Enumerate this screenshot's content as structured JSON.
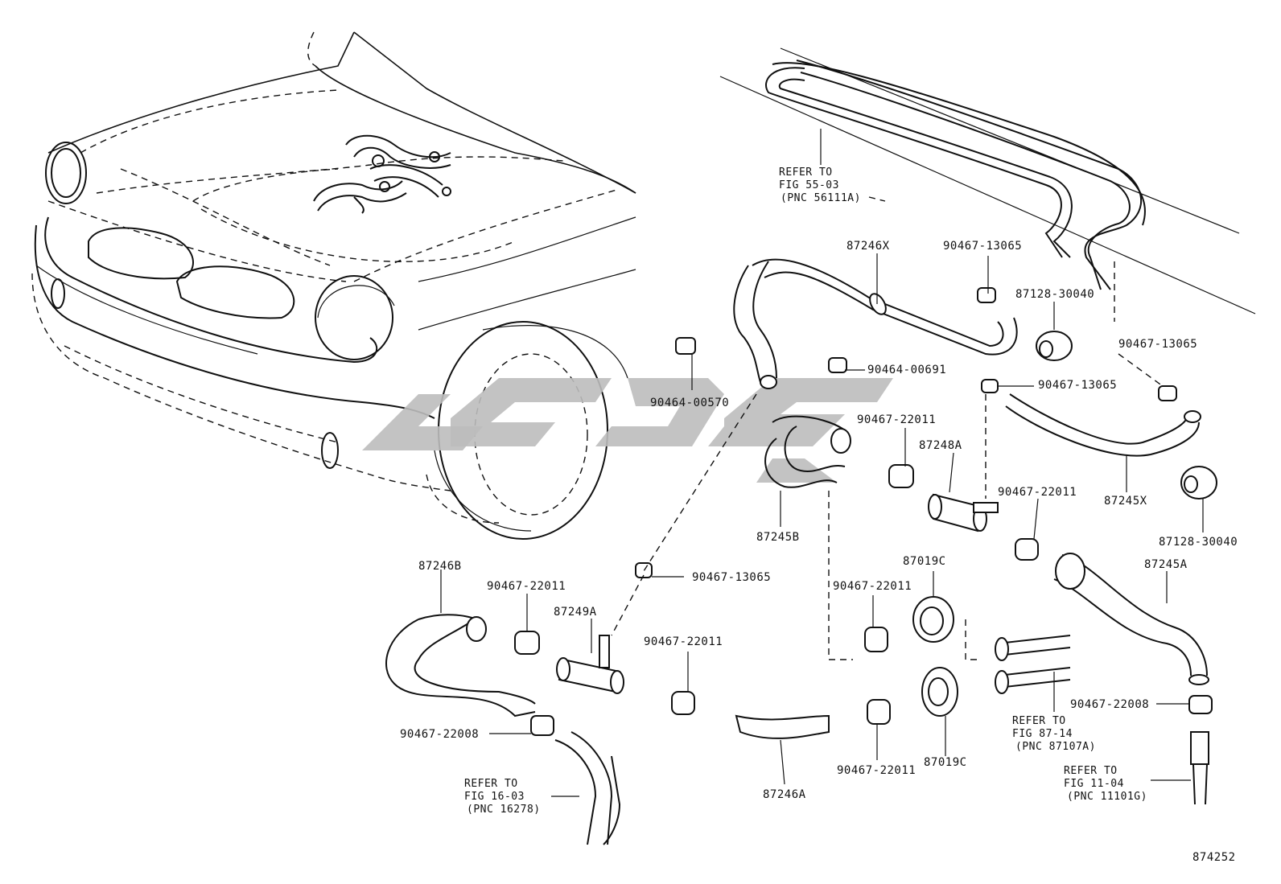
{
  "labels": {
    "p87246X": "87246X",
    "p90467_13065_a": "90467-13065",
    "p87128_30040_a": "87128-30040",
    "p90467_13065_b": "90467-13065",
    "p90464_00691": "90464-00691",
    "p90467_13065_c": "90467-13065",
    "p90464_00570": "90464-00570",
    "p90467_22011_a": "90467-22011",
    "p87248A": "87248A",
    "p90467_22011_b": "90467-22011",
    "p87245X": "87245X",
    "p87128_30040_b": "87128-30040",
    "p87245B": "87245B",
    "p87245A": "87245A",
    "p87246B": "87246B",
    "p90467_22011_c": "90467-22011",
    "p90467_13065_d": "90467-13065",
    "p87249A": "87249A",
    "p90467_22011_d": "90467-22011",
    "p90467_22011_e": "90467-22011",
    "p87019C_a": "87019C",
    "p90467_22011_f": "90467-22011",
    "p87019C_b": "87019C",
    "p90467_22008_a": "90467-22008",
    "p90467_22008_b": "90467-22008",
    "p87246A": "87246A"
  },
  "refs": {
    "fig55": [
      "REFER TO",
      "FIG 55-03",
      "(PNC 56111A)"
    ],
    "fig87": [
      "REFER TO",
      "FIG 87-14",
      "(PNC 87107A)"
    ],
    "fig16": [
      "REFER TO",
      "FIG 16-03",
      "(PNC 16278)"
    ],
    "fig11": [
      "REFER TO",
      "FIG 11-04",
      "(PNC 11101G)"
    ]
  },
  "diagram_id": "874252",
  "colors": {
    "line": "#111111",
    "watermark": "#bdbdbd",
    "background": "#ffffff"
  }
}
